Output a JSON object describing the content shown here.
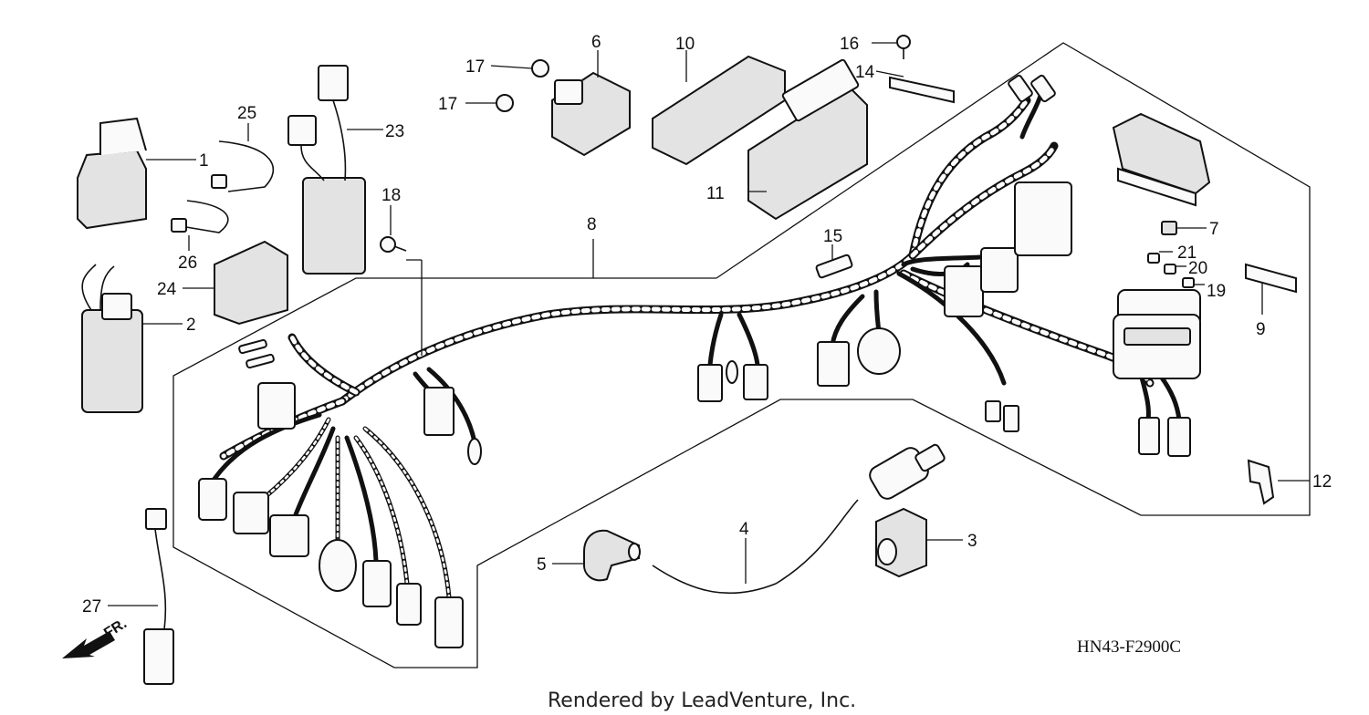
{
  "diagram": {
    "drawing_code": "HN43-F2900C",
    "credit": "Rendered by LeadVenture, Inc.",
    "front_arrow_label": "FR.",
    "callouts": [
      "1",
      "2",
      "3",
      "4",
      "5",
      "6",
      "7",
      "8",
      "9",
      "10",
      "11",
      "12",
      "14",
      "15",
      "16",
      "17",
      "17",
      "18",
      "19",
      "20",
      "21",
      "23",
      "24",
      "25",
      "26",
      "27"
    ]
  }
}
